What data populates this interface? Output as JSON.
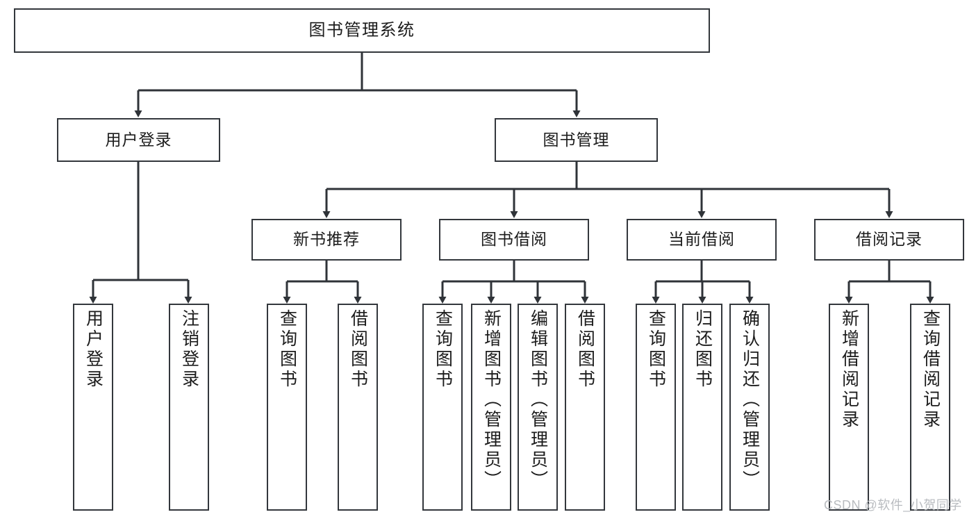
{
  "diagram": {
    "title": "图书管理系统",
    "type": "hierarchy-tree",
    "watermark": "CSDN @软件_小贺同学",
    "colors": {
      "box_border": "#33373c",
      "box_fill": "#ffffff",
      "line": "#2f3338",
      "text": "#1c1c1c",
      "watermark": "#b9bcc0",
      "background": "#ffffff"
    },
    "levels": {
      "root": {
        "label": "图书管理系统"
      },
      "level1": [
        {
          "id": "user-login",
          "label": "用户登录"
        },
        {
          "id": "book-management",
          "label": "图书管理"
        }
      ],
      "level2": [
        {
          "id": "new-book-recommend",
          "label": "新书推荐"
        },
        {
          "id": "book-borrow",
          "label": "图书借阅"
        },
        {
          "id": "current-borrow",
          "label": "当前借阅"
        },
        {
          "id": "borrow-record",
          "label": "借阅记录"
        }
      ],
      "leaves": {
        "user_login": [
          {
            "id": "leaf-user-login",
            "label": "用户登录"
          },
          {
            "id": "leaf-logout-login",
            "label": "注销登录"
          }
        ],
        "new_book_recommend": [
          {
            "id": "leaf-query-book-1",
            "label": "查询图书"
          },
          {
            "id": "leaf-borrow-book-1",
            "label": "借阅图书"
          }
        ],
        "book_borrow": [
          {
            "id": "leaf-query-book-2",
            "label": "查询图书"
          },
          {
            "id": "leaf-add-book-admin",
            "label": "新增图书（管理员）"
          },
          {
            "id": "leaf-edit-book-admin",
            "label": "编辑图书（管理员）"
          },
          {
            "id": "leaf-borrow-book-2",
            "label": "借阅图书"
          }
        ],
        "current_borrow": [
          {
            "id": "leaf-query-book-3",
            "label": "查询图书"
          },
          {
            "id": "leaf-return-book",
            "label": "归还图书"
          },
          {
            "id": "leaf-confirm-return-admin",
            "label": "确认归还（管理员）"
          }
        ],
        "borrow_record": [
          {
            "id": "leaf-add-borrow-record",
            "label": "新增借阅记录"
          },
          {
            "id": "leaf-query-borrow-record",
            "label": "查询借阅记录"
          }
        ]
      }
    }
  }
}
